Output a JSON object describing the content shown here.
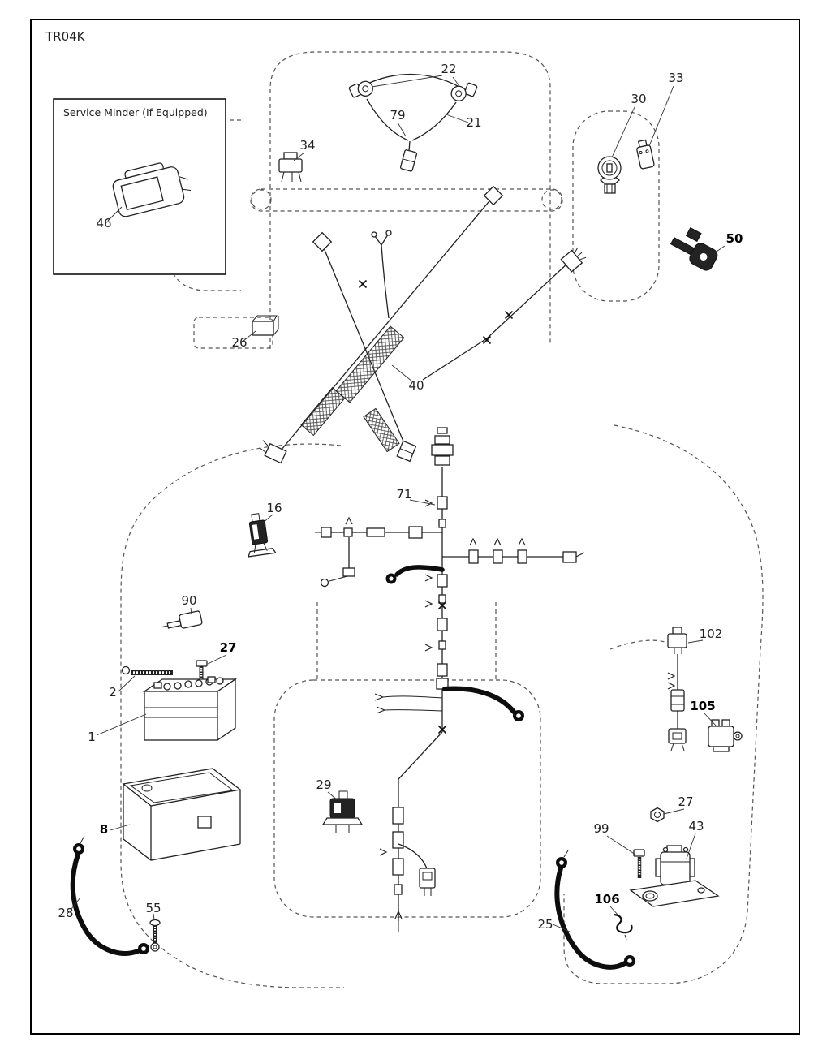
{
  "page": {
    "title": "TR04K"
  },
  "inset": {
    "title": "Service Minder (If Equipped)"
  },
  "parts": [
    {
      "num": "22",
      "bold": false
    },
    {
      "num": "79",
      "bold": false
    },
    {
      "num": "21",
      "bold": false
    },
    {
      "num": "34",
      "bold": false
    },
    {
      "num": "30",
      "bold": false
    },
    {
      "num": "33",
      "bold": false
    },
    {
      "num": "50",
      "bold": true
    },
    {
      "num": "46",
      "bold": false
    },
    {
      "num": "26",
      "bold": false
    },
    {
      "num": "40",
      "bold": false
    },
    {
      "num": "71",
      "bold": false
    },
    {
      "num": "16",
      "bold": false
    },
    {
      "num": "90",
      "bold": false
    },
    {
      "num": "27",
      "bold": true
    },
    {
      "num": "2",
      "bold": false
    },
    {
      "num": "1",
      "bold": false
    },
    {
      "num": "8",
      "bold": true
    },
    {
      "num": "28",
      "bold": false
    },
    {
      "num": "55",
      "bold": false
    },
    {
      "num": "29",
      "bold": false
    },
    {
      "num": "102",
      "bold": false
    },
    {
      "num": "105",
      "bold": true
    },
    {
      "num": "27",
      "bold": false
    },
    {
      "num": "99",
      "bold": false
    },
    {
      "num": "43",
      "bold": false
    },
    {
      "num": "106",
      "bold": true
    },
    {
      "num": "25",
      "bold": false
    }
  ]
}
